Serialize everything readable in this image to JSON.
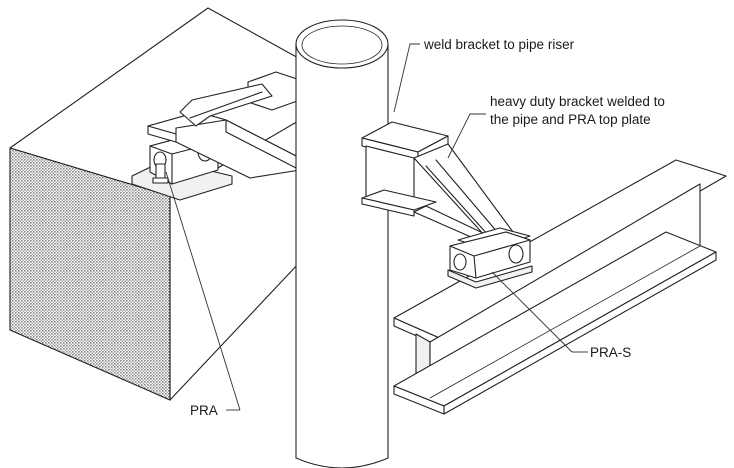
{
  "callouts": {
    "weld_bracket": "weld bracket to pipe riser",
    "heavy_duty_line1": "heavy duty bracket welded to",
    "heavy_duty_line2": "the pipe and PRA top plate",
    "pra_s": "PRA-S",
    "pra": "PRA"
  },
  "colors": {
    "line": "#222222",
    "background": "#ffffff",
    "concrete_hatch": "#8a8a8a"
  }
}
